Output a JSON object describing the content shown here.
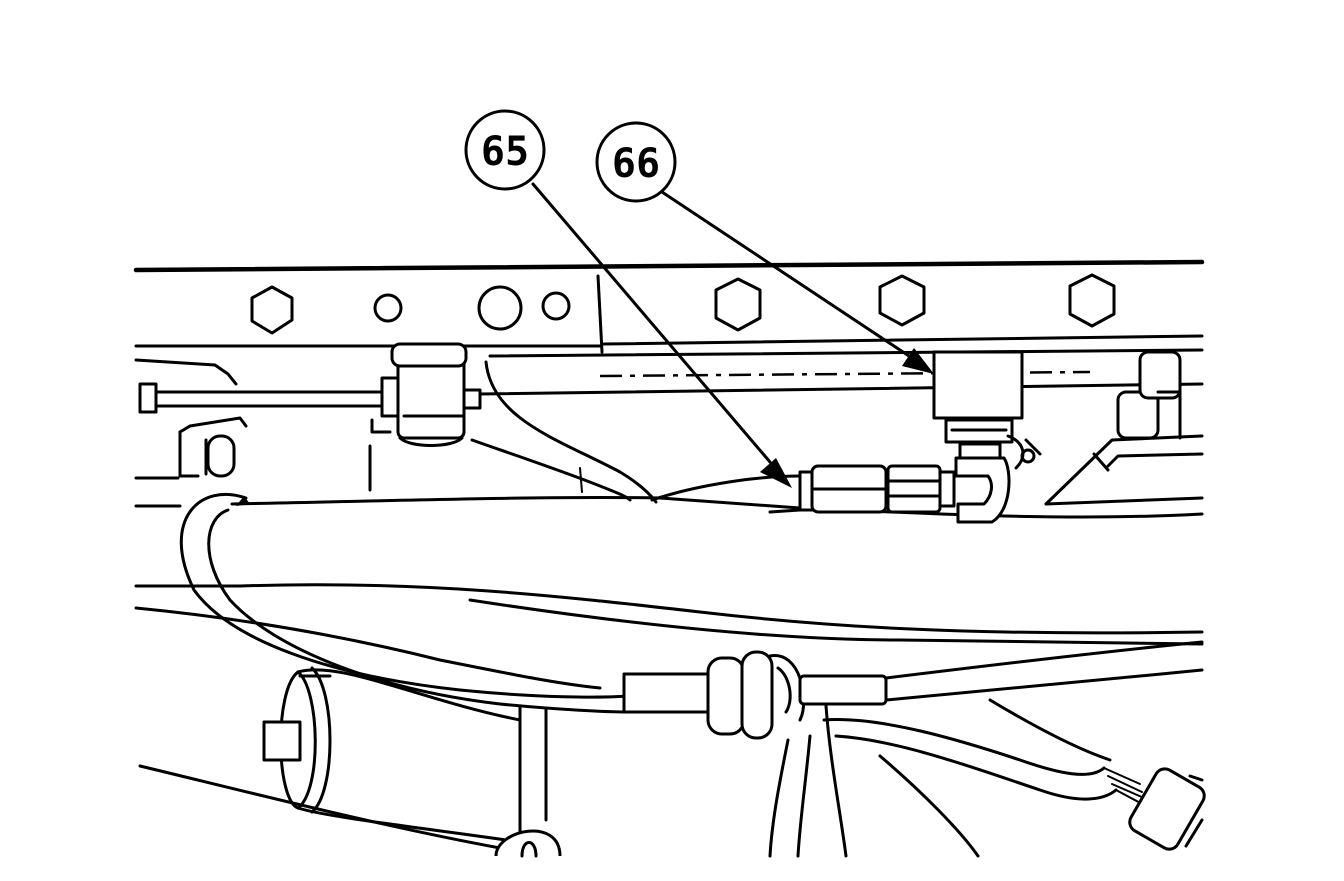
{
  "callouts": [
    {
      "id": "65",
      "label": "65"
    },
    {
      "id": "66",
      "label": "66"
    }
  ],
  "colors": {
    "ink": "#000000",
    "paper": "#ffffff"
  }
}
